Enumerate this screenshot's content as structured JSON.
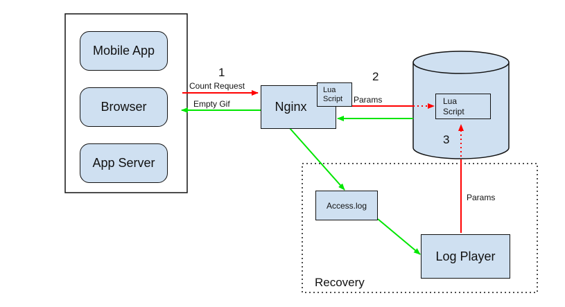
{
  "clients": {
    "items": [
      {
        "label": "Mobile App"
      },
      {
        "label": "Browser"
      },
      {
        "label": "App Server"
      }
    ]
  },
  "nginx": {
    "label": "Nginx",
    "lua_label_line1": "Lua",
    "lua_label_line2": "Script"
  },
  "db": {
    "lua_label_line1": "Lua",
    "lua_label_line2": "Script"
  },
  "steps": {
    "step1": "1",
    "step2": "2",
    "step3": "3"
  },
  "edges": {
    "count_request": "Count Request",
    "empty_gif": "Empty Gif",
    "params_top": "Params",
    "params_bottom": "Params"
  },
  "recovery": {
    "title": "Recovery",
    "access_log": "Access.log",
    "log_player": "Log Player"
  },
  "colors": {
    "box_fill": "#cfe0f1",
    "request_arrow": "#ff0000",
    "response_arrow": "#00ff00"
  }
}
